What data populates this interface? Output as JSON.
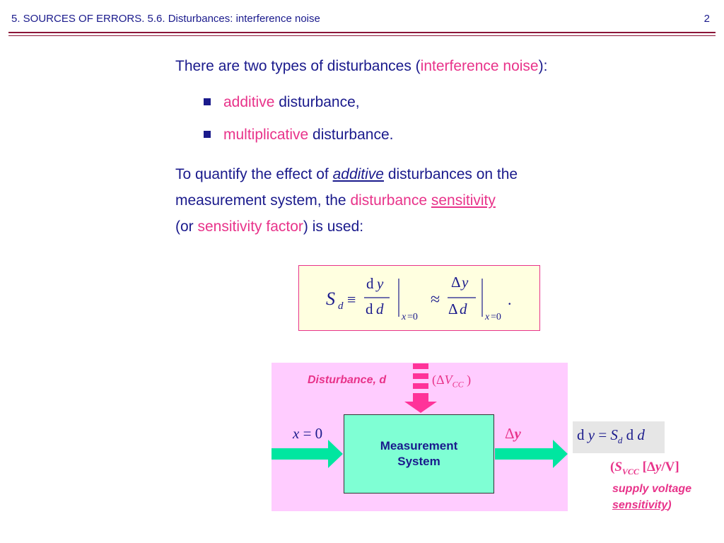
{
  "header": {
    "title": "5. SOURCES OF ERRORS. 5.6. Disturbances: interference noise",
    "page_number": "2"
  },
  "intro": {
    "text": "There are two types of disturbances (",
    "highlight": "interference noise",
    "end": "):"
  },
  "bullets": [
    {
      "highlight": "additive",
      "rest": " disturbance,"
    },
    {
      "highlight": "multiplicative",
      "rest": " disturbance."
    }
  ],
  "para": {
    "a": "To quantify the effect of ",
    "b": "additive",
    "c": " disturbances on the",
    "d": "measurement system, the ",
    "e": "disturbance",
    "f": " ",
    "g": "sensitivity",
    "h": "(or ",
    "i": "sensitivity factor",
    "j": ") is used:"
  },
  "formula": {
    "S": "S",
    "sub_d": "d",
    "equiv": "≡",
    "num1_d": "d",
    "num1_y": "y",
    "den1_d": "d",
    "den1_dd": "d",
    "eval1_x": "x",
    "eval1_eq0": "=0",
    "approx": "≈",
    "num2": "Δ",
    "num2_y": "y",
    "den2": "Δ",
    "den2_d": "d",
    "eval2_x": "x",
    "eval2_eq0": "=0",
    "period": "."
  },
  "diagram": {
    "disturbance_label": "Disturbance, d",
    "dvcc_open": "(Δ",
    "dvcc_V": "V",
    "dvcc_sub": "CC",
    "dvcc_close": " )",
    "input_x": "x",
    "input_eq": " = 0",
    "output_delta": "Δ",
    "output_y": "y",
    "box_line1": "Measurement",
    "box_line2": "System",
    "dy_d1": "d",
    "dy_y": "y",
    "dy_eq": " = ",
    "dy_S": "S",
    "dy_sub": "d",
    "dy_d2": " d",
    "dy_dd": "d",
    "svcc_open": "(",
    "svcc_S": "S",
    "svcc_sub": "VCC",
    "svcc_bracket": " [Δ",
    "svcc_y": "y",
    "svcc_unit": "/V]",
    "supply_line1": "supply voltage",
    "supply_line2": "sensitivity",
    "supply_close": ")"
  },
  "colors": {
    "text_blue": "#1a1a8c",
    "accent_pink": "#e8338a",
    "rule": "#8b1538",
    "formula_bg": "#ffffe0",
    "diagram_bg": "#ffccff",
    "box_fill": "#7fffd4",
    "arrow_green": "#00e6a0",
    "arrow_pink": "#ff3399"
  }
}
